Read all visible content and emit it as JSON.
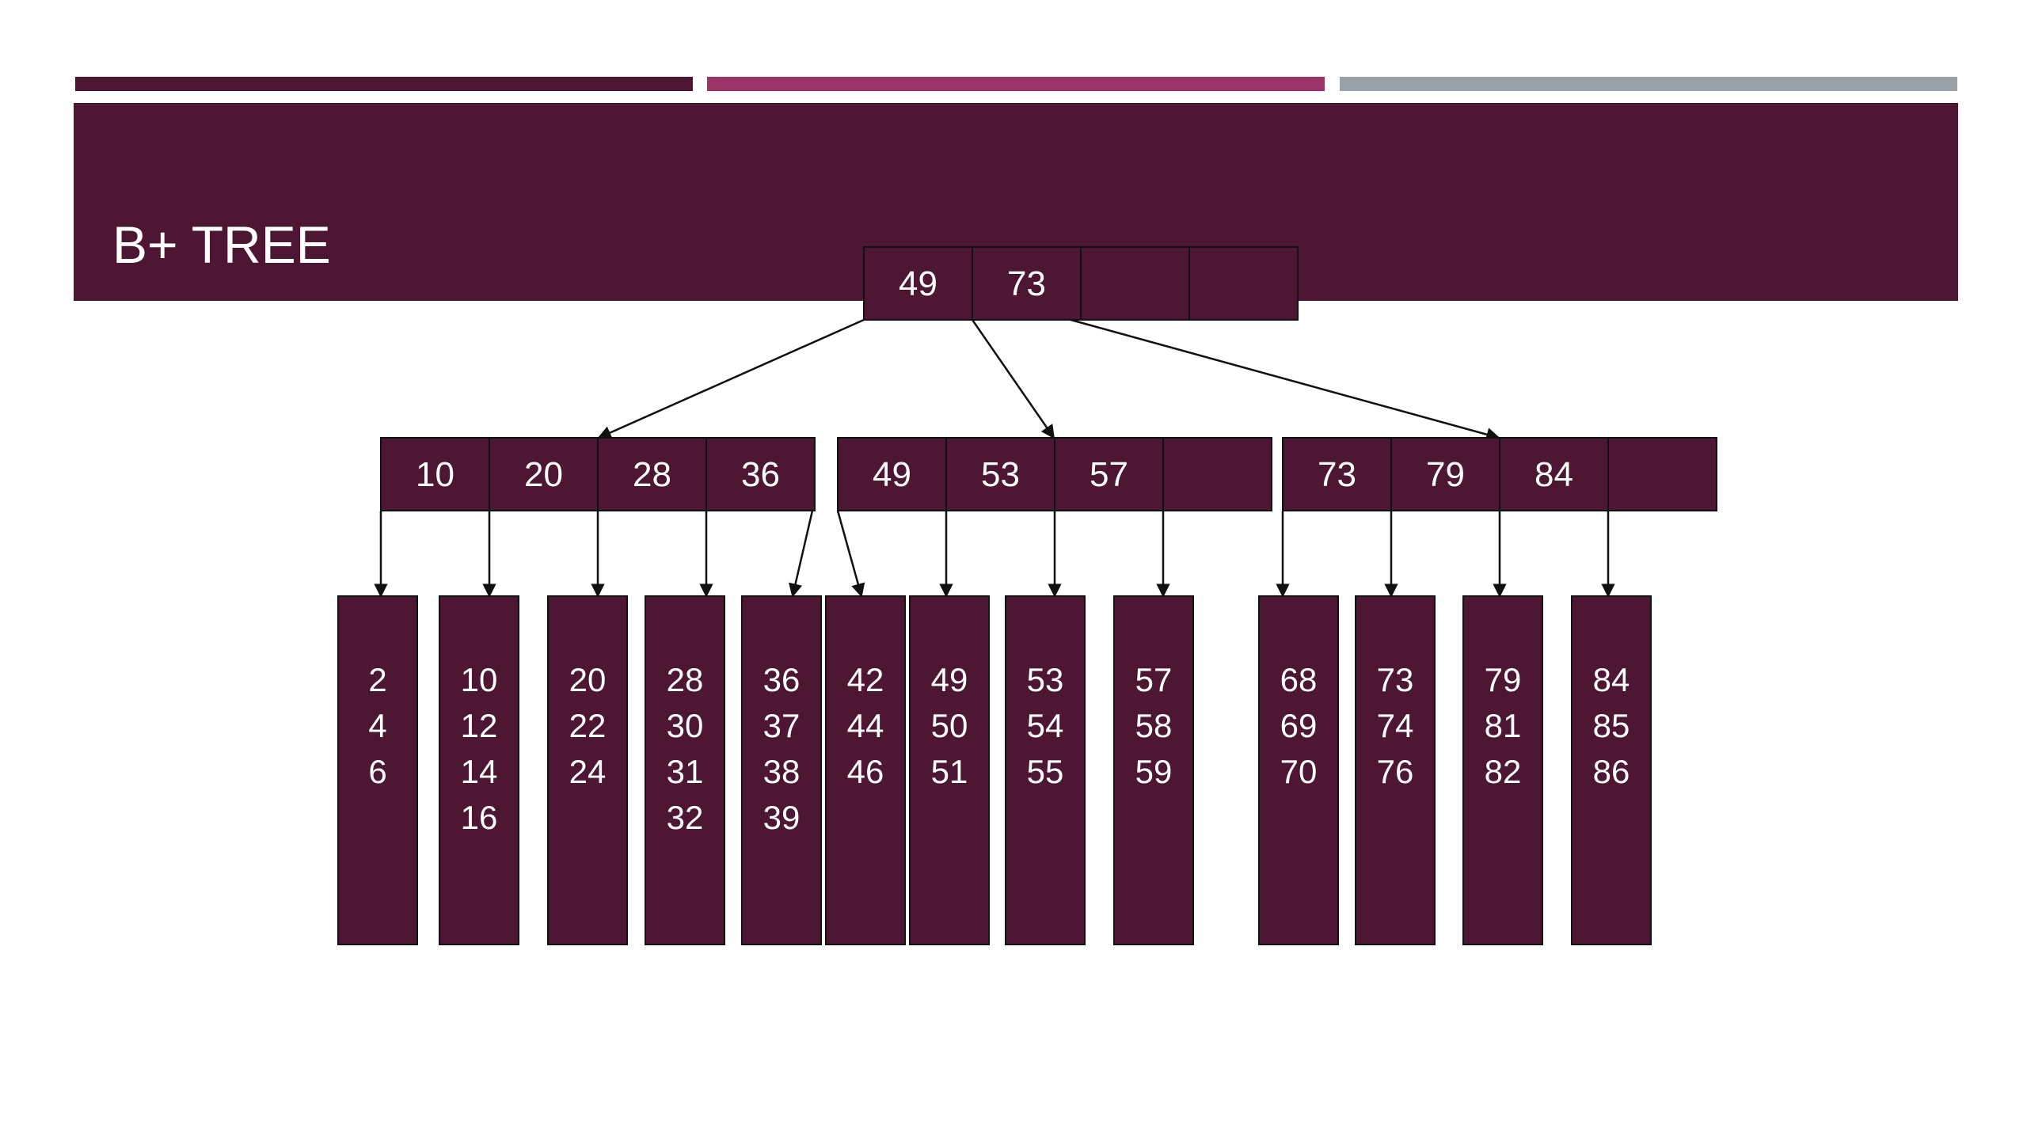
{
  "slide": {
    "title": "B+ TREE",
    "colors": {
      "primary": "#4d1633",
      "accent": "#9b3366",
      "gray": "#98a1a7",
      "background": "#ffffff",
      "text_on_primary": "#ffffff",
      "edge": "#111111"
    }
  },
  "tree": {
    "root": {
      "keys": [
        "49",
        "73",
        "",
        ""
      ]
    },
    "internal_nodes": [
      {
        "keys": [
          "10",
          "20",
          "28",
          "36"
        ]
      },
      {
        "keys": [
          "49",
          "53",
          "57",
          ""
        ]
      },
      {
        "keys": [
          "73",
          "79",
          "84",
          ""
        ]
      }
    ],
    "leaves": [
      [
        "2",
        "4",
        "6"
      ],
      [
        "10",
        "12",
        "14",
        "16"
      ],
      [
        "20",
        "22",
        "24"
      ],
      [
        "28",
        "30",
        "31",
        "32"
      ],
      [
        "36",
        "37",
        "38",
        "39"
      ],
      [
        "42",
        "44",
        "46"
      ],
      [
        "49",
        "50",
        "51"
      ],
      [
        "53",
        "54",
        "55"
      ],
      [
        "57",
        "58",
        "59"
      ],
      [
        "68",
        "69",
        "70"
      ],
      [
        "73",
        "74",
        "76"
      ],
      [
        "79",
        "81",
        "82"
      ],
      [
        "84",
        "85",
        "86"
      ]
    ]
  }
}
